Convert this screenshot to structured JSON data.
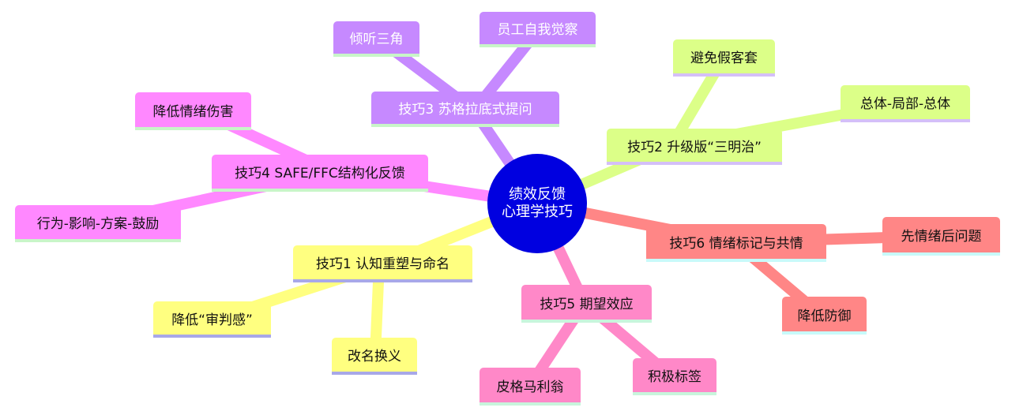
{
  "root": {
    "line1": "绩效反馈",
    "line2": "心理学技巧"
  },
  "branches": [
    {
      "label": "技巧3 苏格拉底式提问",
      "color": "#c689ff",
      "children": [
        "倾听三角",
        "员工自我觉察"
      ]
    },
    {
      "label": "技巧2 升级版“三明治”",
      "color": "#dcff88",
      "children": [
        "避免假客套",
        "总体-局部-总体"
      ]
    },
    {
      "label": "技巧4 SAFE/FFC结构化反馈",
      "color": "#ff88ff",
      "children": [
        "降低情绪伤害",
        "行为-影响-方案-鼓励"
      ]
    },
    {
      "label": "技巧1 认知重塑与命名",
      "color": "#ffff80",
      "children": [
        "降低“审判感”",
        "改名换义"
      ]
    },
    {
      "label": "技巧5 期望效应",
      "color": "#ff88c8",
      "children": [
        "皮格马利翁",
        "积极标签"
      ]
    },
    {
      "label": "技巧6 情绪标记与共情",
      "color": "#ff8686",
      "children": [
        "先情绪后问题",
        "降低防御"
      ]
    }
  ]
}
